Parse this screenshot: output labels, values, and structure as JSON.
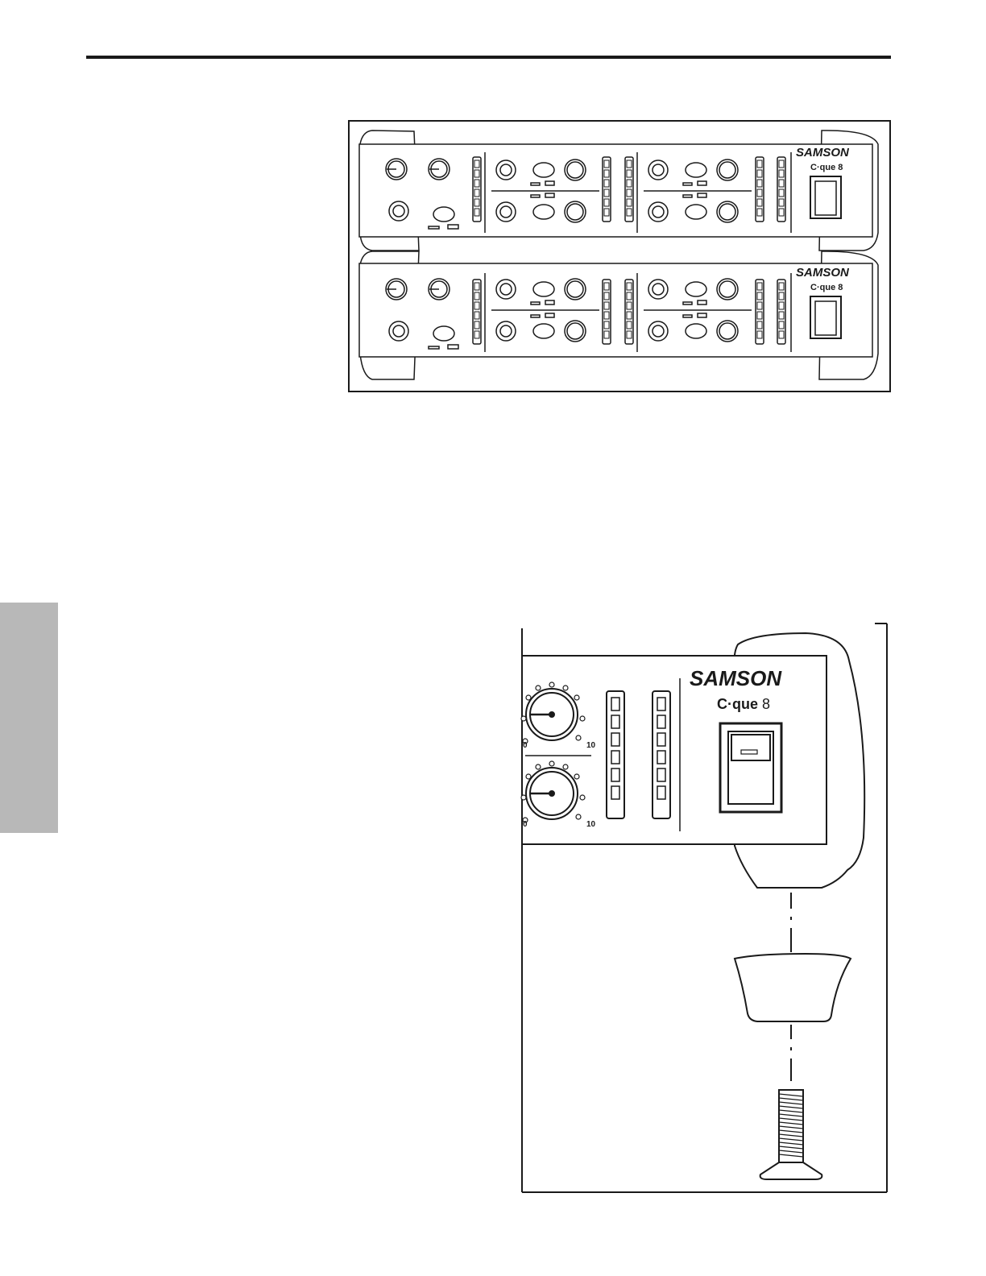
{
  "figure_top": {
    "units": [
      {
        "brand": "SAMSON",
        "model_prefix": "C",
        "model_sep": "·",
        "model_name": "que",
        "model_num": "8"
      },
      {
        "brand": "SAMSON",
        "model_prefix": "C",
        "model_sep": "·",
        "model_name": "que",
        "model_num": "8"
      }
    ]
  },
  "figure_bottom": {
    "brand": "SAMSON",
    "model_prefix": "C",
    "model_sep": "·",
    "model_name": "que",
    "model_num": "8",
    "knob_scale": {
      "min": "0",
      "max": "10"
    }
  },
  "colors": {
    "ink": "#1a1a1a",
    "paper": "#ffffff",
    "side_tab": "#b8b8b8"
  }
}
